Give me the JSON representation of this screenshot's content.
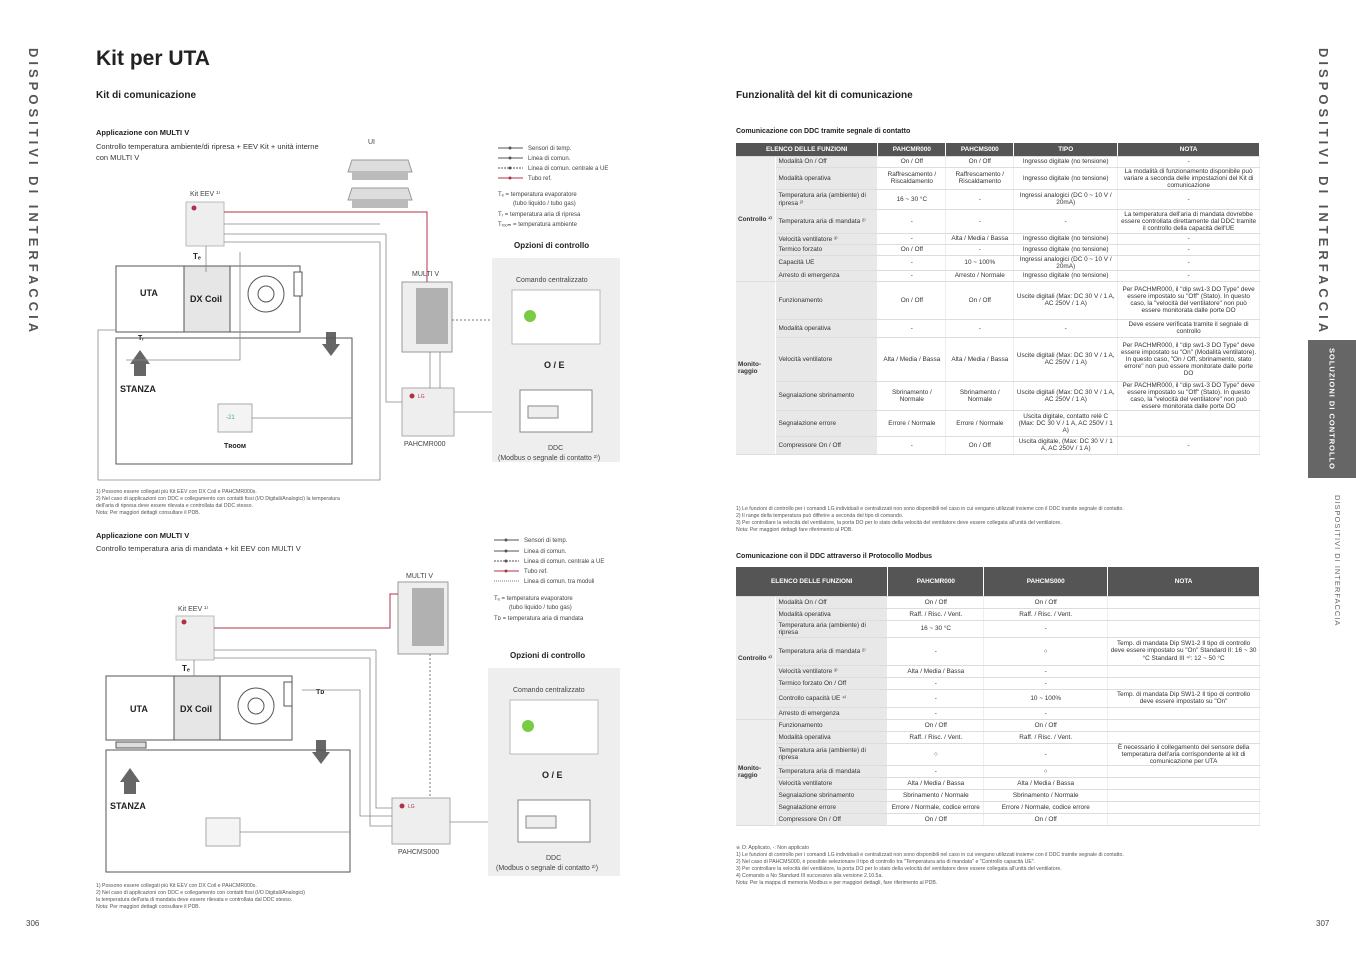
{
  "left": {
    "side_title": "DISPOSITIVI DI INTERFACCIA",
    "title": "Kit per UTA",
    "subtitle": "Kit di comunicazione",
    "page": "306",
    "d1": {
      "heading": "Applicazione con MULTI V",
      "desc": [
        "Controllo temperatura ambiente/di ripresa + EEV Kit + unità interne",
        "con MULTI V"
      ],
      "legend": [
        "Sensori di temp.",
        "Linea di comun.",
        "Linea di comun. centrale a UE",
        "Tubo ref."
      ],
      "defs": [
        "Tₑ = temperatura evaporatore",
        "(tubo liquido / tubo gas)",
        "Tᵣ = temperatura aria di ripresa",
        "Tᵣₒₒₘ = temperatura ambiente"
      ],
      "labels": {
        "ui": "UI",
        "kit": "Kit EEV ¹⁾",
        "te": "Tₑ",
        "tr": "Tᵣ",
        "uta": "UTA",
        "dx": "DX Coil",
        "multiv": "MULTI V",
        "stanza": "STANZA",
        "troom": "Tʀᴏᴏᴍ",
        "pah": "PAHCMR000",
        "opz": "Opzioni di controllo",
        "cc": "Comando centralizzato",
        "oe": "O / E",
        "ddc": "DDC",
        "ddc2": "(Modbus o segnale di contatto ²⁾)",
        "lg": "LG",
        "thermo": "-21"
      },
      "notes": [
        "1) Possono essere collegati più Kit EEV con DX Coil e PAHCMR000s.",
        "2) Nel caso di applicazioni con DDC e collegamento con contatti fissi (I/O Digitali/Analogici) la temperatura",
        "    dell'aria di ripresa deve essere rilevata e controllata dal DDC stesso.",
        "Nota: Per maggiori dettagli consultare il PDB."
      ]
    },
    "d2": {
      "heading": "Applicazione con MULTI V",
      "desc": [
        "Controllo temperatura aria di mandata + kit EEV con MULTI V"
      ],
      "legend": [
        "Sensori di temp.",
        "Linea di comun.",
        "Linea di comun. centrale a UE",
        "Tubo ref.",
        "Linea di comun. tra moduli"
      ],
      "defs": [
        "Tₑ = temperatura evaporatore",
        "(tubo liquido / tubo gas)",
        "Tᴅ = temperatura aria di mandata"
      ],
      "labels": {
        "kit": "Kit EEV ¹⁾",
        "te": "Tₑ",
        "td": "Tᴅ",
        "uta": "UTA",
        "dx": "DX Coil",
        "multiv": "MULTI V",
        "stanza": "STANZA",
        "pah": "PAHCMS000",
        "opz": "Opzioni di controllo",
        "cc": "Comando centralizzato",
        "oe": "O / E",
        "ddc": "DDC",
        "ddc2": "(Modbus o segnale di contatto ²⁾)",
        "lg": "LG"
      },
      "notes": [
        "1) Possono essere collegati più Kit EEV con DX Coil e PAHCMR000s.",
        "2) Nel caso di applicazioni con DDC e collegamento con contatti fissi (I/O Digitali/Analogici)",
        "    la temperatura dell'aria di mandata deve essere rilevata e controllata dal DDC stesso.",
        "Nota: Per maggiori dettagli consultare il PDB."
      ]
    }
  },
  "right": {
    "side_title": "DISPOSITIVI DI INTERFACCIA",
    "tab": "SOLUZIONI DI CONTROLLO",
    "tab2": "DISPOSITIVI DI INTERFACCIA",
    "title": "Funzionalità del kit di comunicazione",
    "page": "307",
    "t1": {
      "heading": "Comunicazione con DDC tramite segnale di contatto",
      "headers": [
        "ELENCO DELLE FUNZIONI",
        "PAHCMR000",
        "PAHCMS000",
        "TIPO",
        "NOTA"
      ],
      "groups": [
        {
          "name": "Controllo ¹⁾",
          "rows": [
            [
              "Modalità On / Off",
              "On / Off",
              "On / Off",
              "Ingresso digitale (no tensione)",
              "-"
            ],
            [
              "Modalità operativa",
              "Raffrescamento / Riscaldamento",
              "Raffrescamento / Riscaldamento",
              "Ingresso digitale (no tensione)",
              "La modalità di funzionamento disponibile può variare a seconda delle impostazioni del Kit di comunicazione"
            ],
            [
              "Temperatura aria (ambiente) di ripresa ²⁾",
              "16 ~ 30 °C",
              "-",
              "Ingressi analogici (DC 0 ~ 10 V / 20mA)",
              "-"
            ],
            [
              "Temperatura aria di mandata ²⁾",
              "-",
              "-",
              "-",
              "La temperatura dell'aria di mandata dovrebbe essere controllata direttamente dal DDC tramite il controllo della capacità dell'UE"
            ],
            [
              "Velocità ventilatore ³⁾",
              "-",
              "Alta / Media / Bassa",
              "Ingresso digitale (no tensione)",
              "-"
            ],
            [
              "Termico forzato",
              "On / Off",
              "-",
              "Ingresso digitale (no tensione)",
              "-"
            ],
            [
              "Capacità UE",
              "-",
              "10 ~ 100%",
              "Ingressi analogici (DC 0 ~ 10 V / 20mA)",
              "-"
            ],
            [
              "Arresto di emergenza",
              "-",
              "Arresto / Normale",
              "Ingresso digitale (no tensione)",
              "-"
            ]
          ]
        },
        {
          "name": "Monito-raggio",
          "rows": [
            [
              "Funzionamento",
              "On / Off",
              "On / Off",
              "Uscite digitali (Max: DC 30 V / 1 A, AC 250V / 1 A)",
              "Per PACHMR000, il \"dip sw1-3 DO Type\" deve essere impostato su \"Off\" (Stato). In questo caso, la \"velocità del ventilatore\" non può essere monitorata dalle porte DO"
            ],
            [
              "Modalità operativa",
              "-",
              "-",
              "-",
              "Deve essere verificata tramite il segnale di controllo"
            ],
            [
              "Velocità ventilatore",
              "Alta / Media / Bassa",
              "Alta / Media / Bassa",
              "Uscite digitali (Max: DC 30 V / 1 A, AC 250V / 1 A)",
              "Per PACHMR000, il \"dip sw1-3 DO Type\" deve essere impostato su \"On\" (Modalità ventilatore). In questo caso, \"On / Off, sbrinamento, stato errore\" non può essere monitorate dalle porte DO"
            ],
            [
              "Segnalazione sbrinamento",
              "Sbrinamento / Normale",
              "Sbrinamento / Normale",
              "Uscite digitali (Max: DC 30 V / 1 A, AC 250V / 1 A)",
              "Per PACHMR000, il \"dip sw1-3 DO Type\" deve essere impostato su \"Off\" (Stato). In questo caso, la \"velocità del ventilatore\" non può essere monitorata dalle porte DO"
            ],
            [
              "Segnalazione errore",
              "Errore / Normale",
              "Errore / Normale",
              "Uscita digitale, contatto relè C (Max: DC 30 V / 1 A, AC 250V / 1 A)",
              ""
            ],
            [
              "Compressore On / Off",
              "-",
              "On / Off",
              "Uscita digitale, (Max: DC 30 V / 1 A, AC 250V / 1 A)",
              "-"
            ]
          ]
        }
      ],
      "notes": [
        "1) Le funzioni di controllo per i comandi LG individuali e centralizzati non sono disponibili nel caso in cui vengano utilizzati insieme con il DDC tramite segnale di contatto.",
        "2) Il range della temperatura può differire a seconda del tipo di comando.",
        "3) Per controllare la velocità del ventilatore, la porta DO per lo stato della velocità del ventilatore deve essere collegata all'unità del ventilatore.",
        "Nota: Per maggiori dettagli fare riferimento al PDB."
      ]
    },
    "t2": {
      "heading": "Comunicazione con il DDC attraverso il Protocollo Modbus",
      "headers": [
        "ELENCO DELLE FUNZIONI",
        "PAHCMR000",
        "PAHCMS000",
        "NOTA"
      ],
      "groups": [
        {
          "name": "Controllo ¹⁾",
          "rows": [
            [
              "Modalità On / Off",
              "On / Off",
              "On / Off",
              ""
            ],
            [
              "Modalità operativa",
              "Raff. / Risc. / Vent.",
              "Raff. / Risc. / Vent.",
              ""
            ],
            [
              "Temperatura aria (ambiente) di ripresa",
              "16 ~ 30 °C",
              "-",
              ""
            ],
            [
              "Temperatura aria di mandata ²⁾",
              "-",
              "○",
              "Temp. di mandata Dip SW1-2 Il tipo di controllo deve essere impostato su \"On\" Standard II: 16 ~ 30 °C Standard III ⁴⁾: 12 ~ 50 °C"
            ],
            [
              "Velocità ventilatore ³⁾",
              "Alta / Media / Bassa",
              "-",
              ""
            ],
            [
              "Termico forzato On / Off",
              "-",
              "-",
              ""
            ],
            [
              "Controllo capacità UE ⁴⁾",
              "-",
              "10 ~ 100%",
              "Temp. di mandata Dip SW1-2 Il tipo di controllo deve essere impostato su \"On\""
            ],
            [
              "Arresto di emergenza",
              "-",
              "-",
              ""
            ]
          ]
        },
        {
          "name": "Monito-raggio",
          "rows": [
            [
              "Funzionamento",
              "On / Off",
              "On / Off",
              ""
            ],
            [
              "Modalità operativa",
              "Raff. / Risc. / Vent.",
              "Raff. / Risc. / Vent.",
              ""
            ],
            [
              "Temperatura aria (ambiente) di ripresa",
              "○",
              "-",
              "È necessario il collegamento del sensore della temperatura dell'aria corrispondente al kit di comunicazione per UTA"
            ],
            [
              "Temperatura aria di mandata",
              "-",
              "○",
              ""
            ],
            [
              "Velocità ventilatore",
              "Alta / Media / Bassa",
              "Alta / Media / Bassa",
              ""
            ],
            [
              "Segnalazione sbrinamento",
              "Sbrinamento / Normale",
              "Sbrinamento / Normale",
              ""
            ],
            [
              "Segnalazione errore",
              "Errore / Normale, codice errore",
              "Errore / Normale, codice errore",
              ""
            ],
            [
              "Compressore On / Off",
              "On / Off",
              "On / Off",
              ""
            ]
          ]
        }
      ],
      "notes": [
        "※ O: Applicato, -: Non applicato",
        "1) Le funzioni di controllo per i comandi LG individuali e centralizzati non sono disponibili nel caso in cui vengano utilizzati insieme con il DDC tramite segnale di contatto.",
        "2) Nel caso di PAHCMS000, è possibile selezionare il tipo di controllo tra \"Temperatura aria di mandata\" e \"Controllo capacità UE\".",
        "3) Per controllare la velocità del ventilatore, la porta DO per lo stato della velocità del ventilatore deve essere collegata all'unità del ventilatore.",
        "4) Comando a No Standard III successivo alla versione 2.10.5a.",
        "Nota: Per la mappa di memoria Modbus e per maggiori dettagli, fare riferimento al PDB."
      ]
    }
  }
}
